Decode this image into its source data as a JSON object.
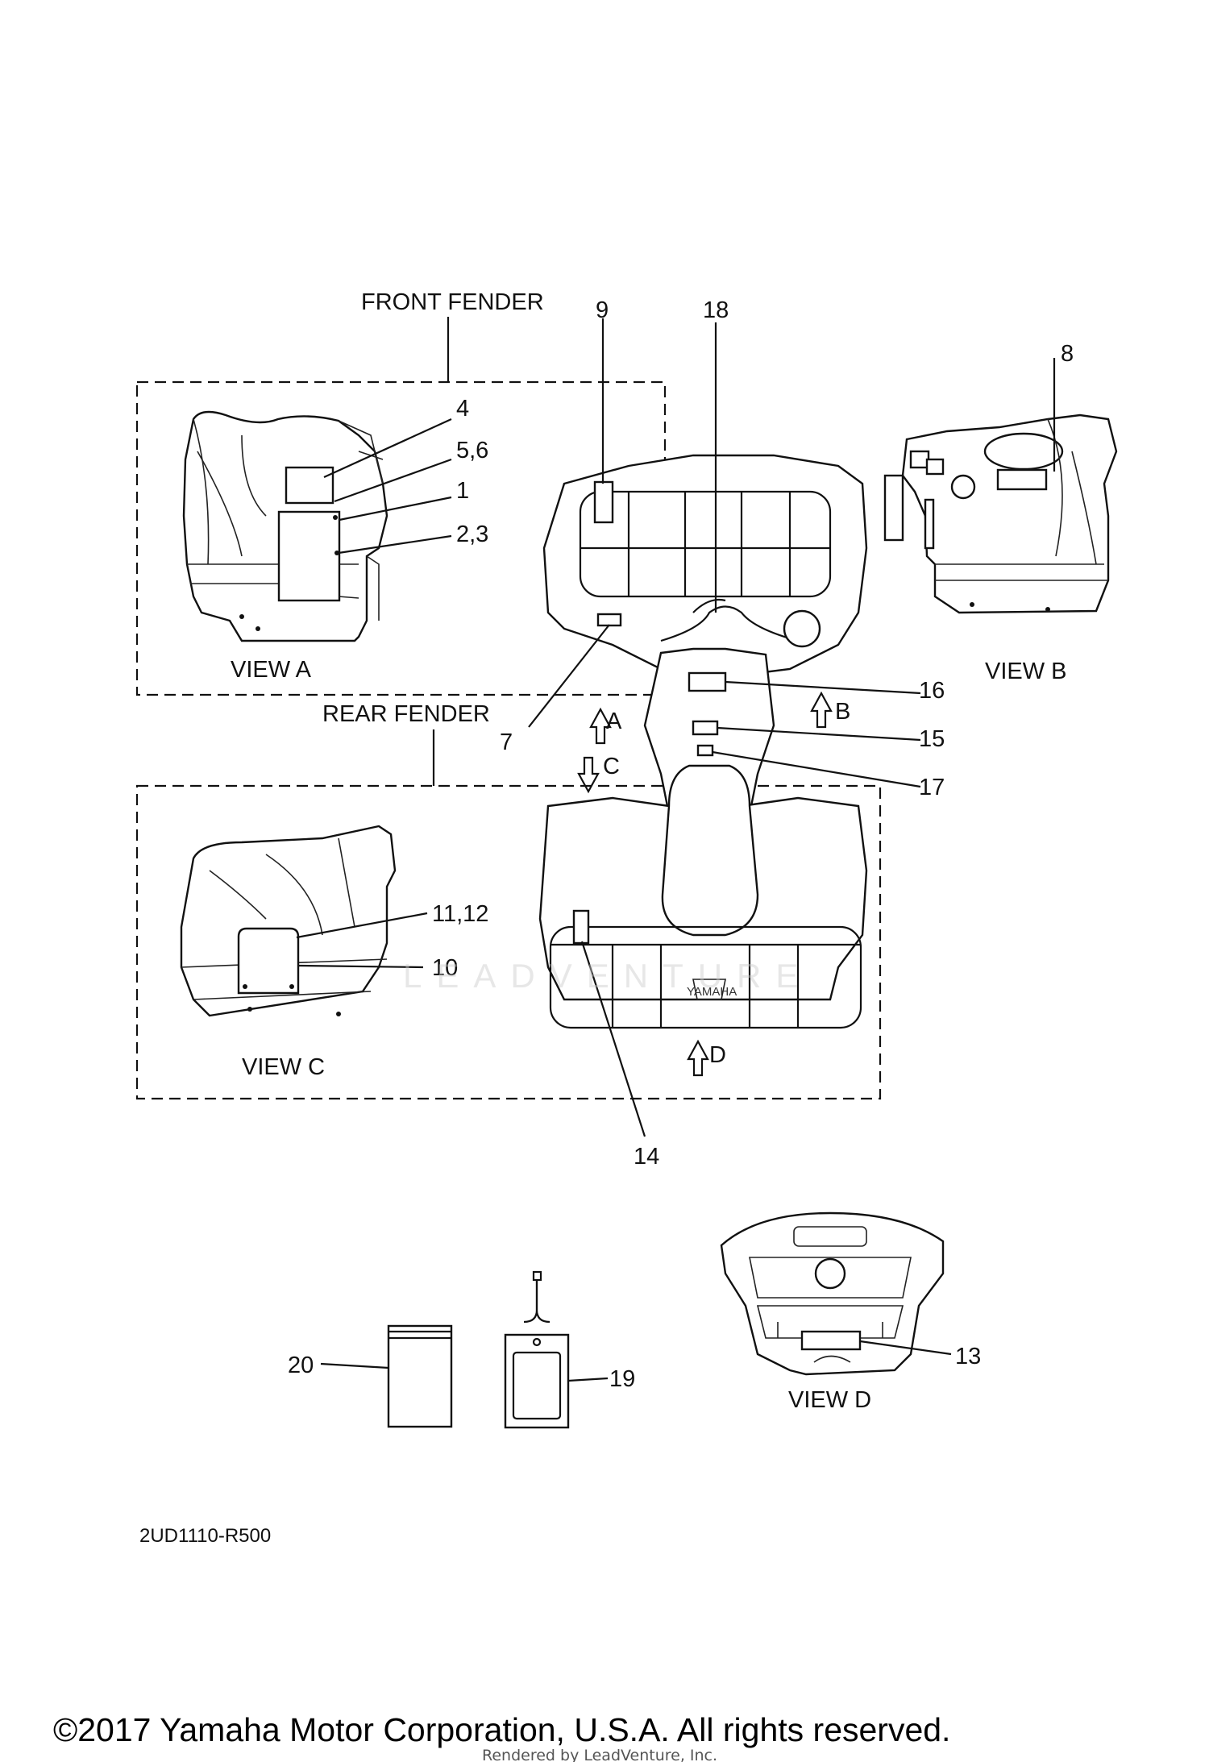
{
  "labels": {
    "front_fender": "FRONT  FENDER",
    "rear_fender": "REAR  FENDER",
    "view_a": "VIEW A",
    "view_b": "VIEW B",
    "view_c": "VIEW C",
    "view_d": "VIEW D",
    "arrow_a": "A",
    "arrow_b": "B",
    "arrow_c": "C",
    "arrow_d": "D"
  },
  "callouts": {
    "c1": "1",
    "c2_3": "2,3",
    "c4": "4",
    "c5_6": "5,6",
    "c7": "7",
    "c8": "8",
    "c9": "9",
    "c10": "10",
    "c11_12": "11,12",
    "c13": "13",
    "c14": "14",
    "c15": "15",
    "c16": "16",
    "c17": "17",
    "c18": "18",
    "c19": "19",
    "c20": "20"
  },
  "emblem_text": "YAMAHA",
  "watermark": "LEADVENTURE",
  "diagram_code": "2UD1110-R500",
  "footer": {
    "copyright": "©2017 Yamaha Motor Corporation, U.S.A. All rights reserved.",
    "rendered_by": "Rendered by LeadVenture, Inc."
  }
}
